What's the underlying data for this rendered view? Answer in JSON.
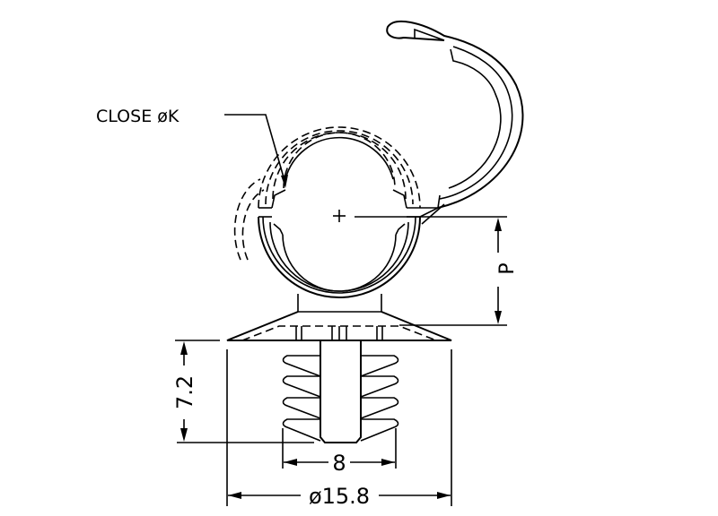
{
  "drawing": {
    "callout_label": "CLOSE øK",
    "dimensions": {
      "pitch_label": "P",
      "height": "7.2",
      "hole_width": "8",
      "flange_diameter": "ø15.8"
    }
  }
}
